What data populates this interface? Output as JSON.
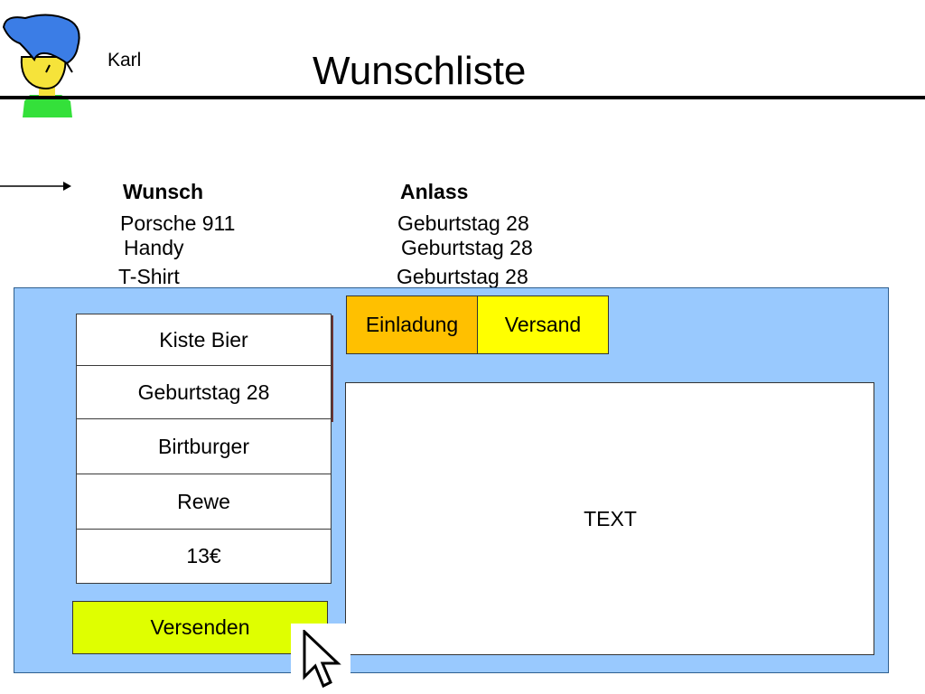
{
  "header": {
    "user_name": "Karl",
    "title": "Wunschliste"
  },
  "wishlist": {
    "columns": {
      "wish": "Wunsch",
      "occasion": "Anlass"
    },
    "rows": [
      {
        "wish": "Porsche 911",
        "occasion": "Geburtstag 28"
      },
      {
        "wish": "Handy",
        "occasion": "Geburtstag 28"
      },
      {
        "wish": "T-Shirt",
        "occasion": "Geburtstag 28"
      }
    ]
  },
  "form": {
    "fields": [
      {
        "value": "Kiste Bier"
      },
      {
        "value": "Geburtstag 28"
      },
      {
        "value": "Birtburger"
      },
      {
        "value": "Rewe"
      },
      {
        "value": "13€"
      }
    ],
    "send_label": "Versenden"
  },
  "tabs": [
    {
      "label": "Einladung",
      "color": "#ffc000"
    },
    {
      "label": "Versand",
      "color": "#ffff00"
    }
  ],
  "text_area": {
    "content": "TEXT"
  },
  "icons": {
    "avatar": "avatar-icon",
    "arrow": "arrow-right-icon",
    "cursor": "mouse-pointer-icon"
  },
  "colors": {
    "panel_background": "#99c9fe",
    "send_button": "#dfff00"
  }
}
